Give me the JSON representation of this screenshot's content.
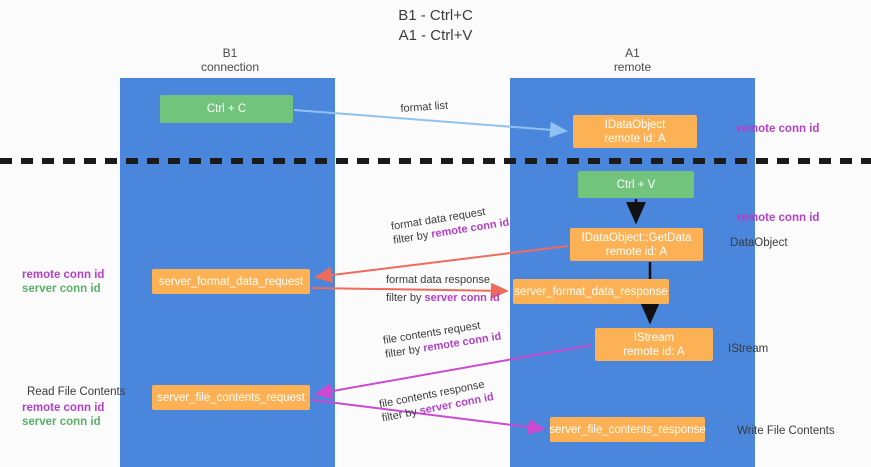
{
  "title": {
    "line1": "B1 - Ctrl+C",
    "line2": "A1 - Ctrl+V"
  },
  "lanes": [
    {
      "id": "b1",
      "name": "B1",
      "role": "connection",
      "color": "#4a86db"
    },
    {
      "id": "a1",
      "name": "A1",
      "role": "remote",
      "color": "#4a86db"
    }
  ],
  "colors": {
    "lane": "#4a86db",
    "green_node": "#72c47c",
    "orange_node": "#fcb155",
    "remote_conn_id": "#b341c8",
    "server_conn_id": "#5bb06a",
    "arrow_blue": "#8fc2f0",
    "arrow_red": "#ef6b5a",
    "arrow_magenta": "#cc4ad0",
    "arrow_black": "#111111",
    "divider": "#1a1a1a",
    "background": "#fbfbfb"
  },
  "nodes": {
    "ctrl_c": {
      "label": "Ctrl + C"
    },
    "idataobject": {
      "line1": "IDataObject",
      "line2": "remote id: A"
    },
    "ctrl_v": {
      "label": "Ctrl + V"
    },
    "getdata": {
      "line1": "IDataObject::GetData",
      "line2": "remote id: A"
    },
    "server_format_data_request": {
      "label": "server_format_data_request"
    },
    "server_format_data_response": {
      "label": "server_format_data_response"
    },
    "istream": {
      "line1": "IStream",
      "line2": "remote id: A"
    },
    "server_file_contents_request": {
      "label": "server_file_contents_request"
    },
    "server_file_contents_response": {
      "label": "server_file_contents_response"
    }
  },
  "edges": {
    "format_list": {
      "line1": "format list",
      "line2": ""
    },
    "format_data_request": {
      "line1": "format data request",
      "prefix": "filter by ",
      "key": "remote conn id"
    },
    "format_data_response": {
      "line1": "format data response",
      "prefix": "filter by ",
      "key": "server conn id"
    },
    "file_contents_request": {
      "line1": "file contents request",
      "prefix": "filter by ",
      "key": "remote conn id"
    },
    "file_contents_response": {
      "line1": "file contents response",
      "prefix": "filter by ",
      "key": "server conn id"
    }
  },
  "annotations": {
    "remote_conn_id_top": "remote conn id",
    "remote_conn_id_mid": "remote conn id",
    "dataobject": "DataObject",
    "istream": "IStream",
    "write_file_contents": "Write File Contents",
    "read_file_contents": "Read File Contents",
    "left_remote_conn_id_mid": "remote conn id",
    "left_server_conn_id_mid": "server conn id",
    "left_remote_conn_id_bottom": "remote conn id",
    "left_server_conn_id_bottom": "server conn id"
  }
}
